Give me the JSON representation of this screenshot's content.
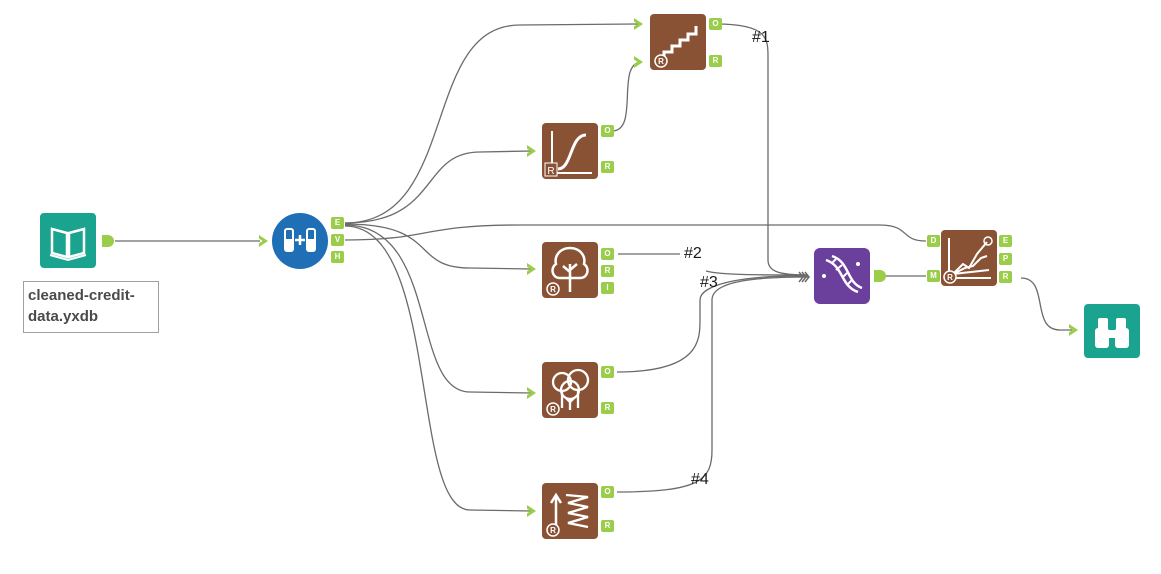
{
  "canvas": {
    "background": "#ffffff",
    "wire_color": "#6b6b6b"
  },
  "colors": {
    "r_tool_brown": "#8a5234",
    "anchor_green": "#9acd4a",
    "input_teal": "#1aa38e",
    "create_samples_blue": "#1e6fb5",
    "score_purple": "#6b3f9c",
    "browse_teal": "#1aa38e"
  },
  "input_tool": {
    "icon": "book-icon",
    "file_label": "cleaned-credit-\ndata.yxdb"
  },
  "create_samples": {
    "icon": "create-samples-icon",
    "ports": [
      "E",
      "V",
      "H"
    ]
  },
  "tools": {
    "stepwise": {
      "icon": "stepwise-icon",
      "ports": [
        "O",
        "R"
      ]
    },
    "logistic_regression": {
      "icon": "logistic-regression-icon",
      "ports": [
        "O",
        "R"
      ]
    },
    "decision_tree": {
      "icon": "decision-tree-icon",
      "ports": [
        "O",
        "R",
        "I"
      ]
    },
    "forest_model": {
      "icon": "forest-model-icon",
      "ports": [
        "O",
        "R"
      ]
    },
    "boosted_model": {
      "icon": "boosted-model-icon",
      "ports": [
        "O",
        "R"
      ]
    },
    "score": {
      "icon": "dna-score-icon"
    },
    "model_comparison": {
      "icon": "model-comparison-icon",
      "input_ports": [
        "D",
        "M"
      ],
      "ports": [
        "E",
        "P",
        "R"
      ]
    },
    "browse": {
      "icon": "binoculars-icon"
    }
  },
  "connection_labels": {
    "c1": "#1",
    "c2": "#2",
    "c3": "#3",
    "c4": "#4"
  }
}
